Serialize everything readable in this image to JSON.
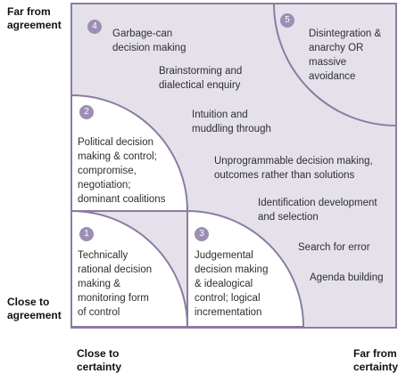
{
  "colors": {
    "field_fill": "#e5e1ea",
    "quadrant_fill": "#ffffff",
    "border": "#8c7ba3",
    "badge_fill": "#9d8eb3",
    "text": "#2e2e2e"
  },
  "axes": {
    "y_top": [
      "Far from",
      "agreement"
    ],
    "y_bottom": [
      "Close to",
      "agreement"
    ],
    "x_left": [
      "Close to",
      "certainty"
    ],
    "x_right": [
      "Far from",
      "certainty"
    ]
  },
  "regions": [
    {
      "number": "1",
      "lines": [
        "Technically",
        "rational decision",
        "making &",
        "monitoring form",
        "of control"
      ]
    },
    {
      "number": "2",
      "lines": [
        "Political decision",
        "making & control;",
        "compromise,",
        "negotiation;",
        "dominant coalitions"
      ]
    },
    {
      "number": "3",
      "lines": [
        "Judgemental",
        "decision making",
        "& idealogical",
        "control; logical",
        "incrementation"
      ]
    },
    {
      "number": "4",
      "lines": [
        "Garbage-can",
        "decision making"
      ]
    },
    {
      "number": "5",
      "lines": [
        "Disintegration &",
        "anarchy OR",
        "massive",
        "avoidance"
      ]
    }
  ],
  "zone_labels": [
    [
      "Brainstorming and",
      "dialectical enquiry"
    ],
    [
      "Intuition and",
      "muddling through"
    ],
    [
      "Unprogrammable decision making,",
      "outcomes rather than solutions"
    ],
    [
      "Identification development",
      "and selection"
    ],
    [
      "Search for error"
    ],
    [
      "Agenda building"
    ]
  ]
}
